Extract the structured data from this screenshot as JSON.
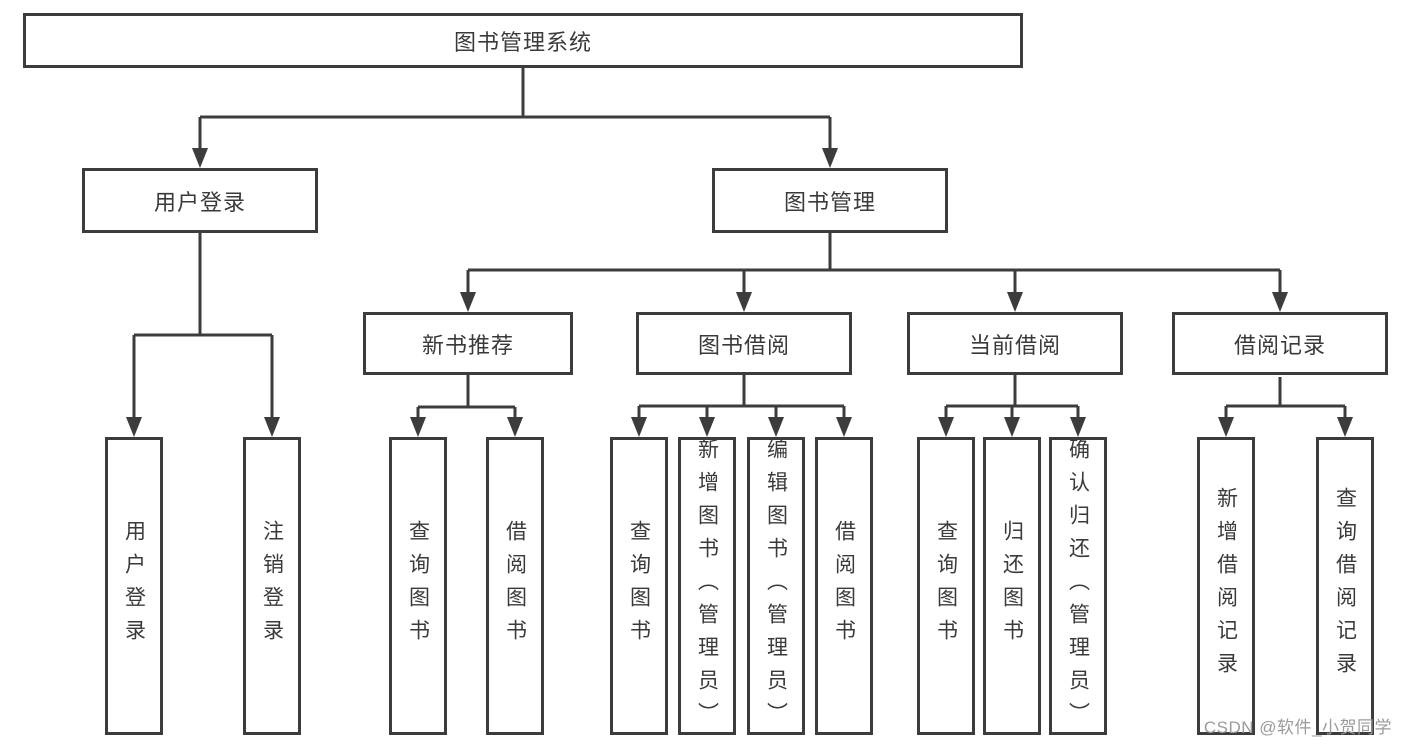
{
  "diagram": {
    "type": "hierarchy-tree",
    "root": {
      "label": "图书管理系统"
    },
    "branches": [
      {
        "label": "用户登录",
        "children": [
          {
            "label": "用户登录"
          },
          {
            "label": "注销登录"
          }
        ]
      },
      {
        "label": "图书管理",
        "children": [
          {
            "label": "新书推荐",
            "children": [
              {
                "label": "查询图书"
              },
              {
                "label": "借阅图书"
              }
            ]
          },
          {
            "label": "图书借阅",
            "children": [
              {
                "label": "查询图书"
              },
              {
                "label": "新增图书（管理员）"
              },
              {
                "label": "编辑图书（管理员）"
              },
              {
                "label": "借阅图书"
              }
            ]
          },
          {
            "label": "当前借阅",
            "children": [
              {
                "label": "查询图书"
              },
              {
                "label": "归还图书"
              },
              {
                "label": "确认归还（管理员）"
              }
            ]
          },
          {
            "label": "借阅记录",
            "children": [
              {
                "label": "新增借阅记录"
              },
              {
                "label": "查询借阅记录"
              }
            ]
          }
        ]
      }
    ]
  },
  "watermark": {
    "text": "CSDN @软件_小贺同学",
    "color": "#9b9b9b"
  },
  "colors": {
    "line": "#3c3c3c",
    "text": "#3a3a3a",
    "box_bg": "#ffffff",
    "page_bg": "#ffffff"
  }
}
